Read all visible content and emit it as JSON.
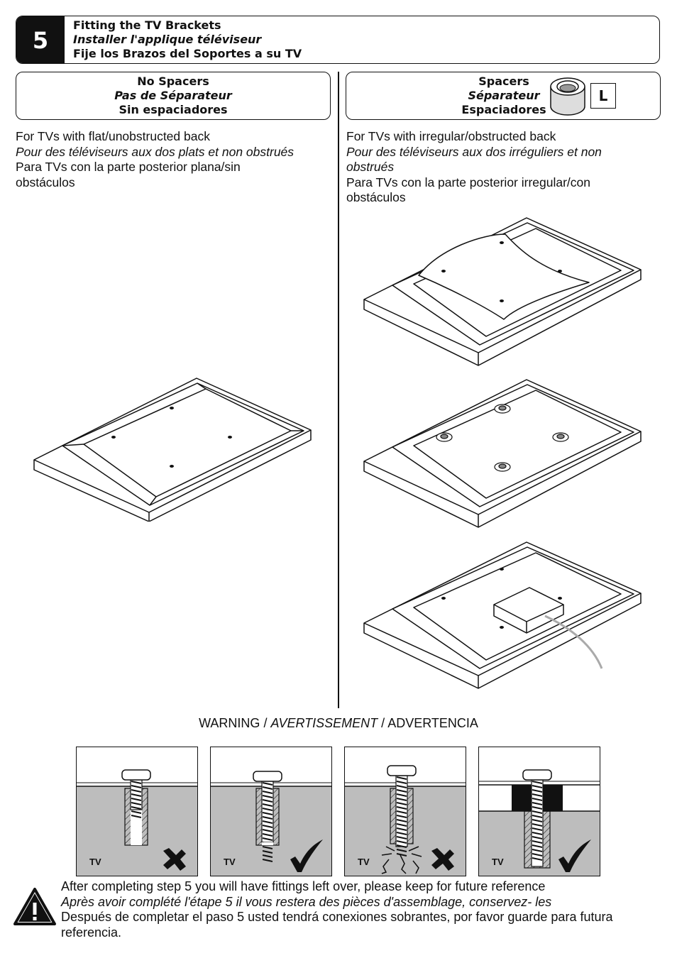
{
  "header": {
    "step_number": "5",
    "title_en": "Fitting the TV Brackets",
    "title_fr": "Installer l'applique téléviseur",
    "title_es": "Fije los Brazos del Soportes a su TV"
  },
  "left_section": {
    "heading_en": "No Spacers",
    "heading_fr": "Pas de Séparateur",
    "heading_es": "Sin espaciadores",
    "desc_en": "For TVs with flat/unobstructed back",
    "desc_fr": "Pour des téléviseurs aux dos plats et non obstrués",
    "desc_es_1": "Para TVs con la parte posterior plana/sin",
    "desc_es_2": "obstáculos"
  },
  "right_section": {
    "heading_en": "Spacers",
    "heading_fr": "Séparateur",
    "heading_es": "Espaciadores",
    "part_label": "L",
    "desc_en": "For TVs with irregular/obstructed back",
    "desc_fr_1": "Pour des téléviseurs aux dos irréguliers et non",
    "desc_fr_2": "obstrués",
    "desc_es_1": "Para TVs con la parte posterior irregular/con",
    "desc_es_2": "obstáculos"
  },
  "warning": {
    "en": "WARNING",
    "sep1": " / ",
    "fr": "AVERTISSEMENT",
    "sep2": " / ",
    "es": "ADVERTENCIA",
    "panel_label": "TV",
    "panels": [
      {
        "result": "wrong"
      },
      {
        "result": "correct"
      },
      {
        "result": "wrong"
      },
      {
        "result": "correct"
      }
    ]
  },
  "footer": {
    "en": "After completing step 5 you will have fittings left over, please keep for future reference",
    "fr": "Après avoir complété l'étape 5 il vous restera des pièces d'assemblage, conservez- les",
    "es_1": "Después de completar el paso 5 usted tendrá conexiones sobrantes, por favor guarde para futura",
    "es_2": "referencia."
  },
  "colors": {
    "ink": "#111111",
    "tv_grey": "#bdbdbd",
    "cable": "#aaaaaa"
  }
}
